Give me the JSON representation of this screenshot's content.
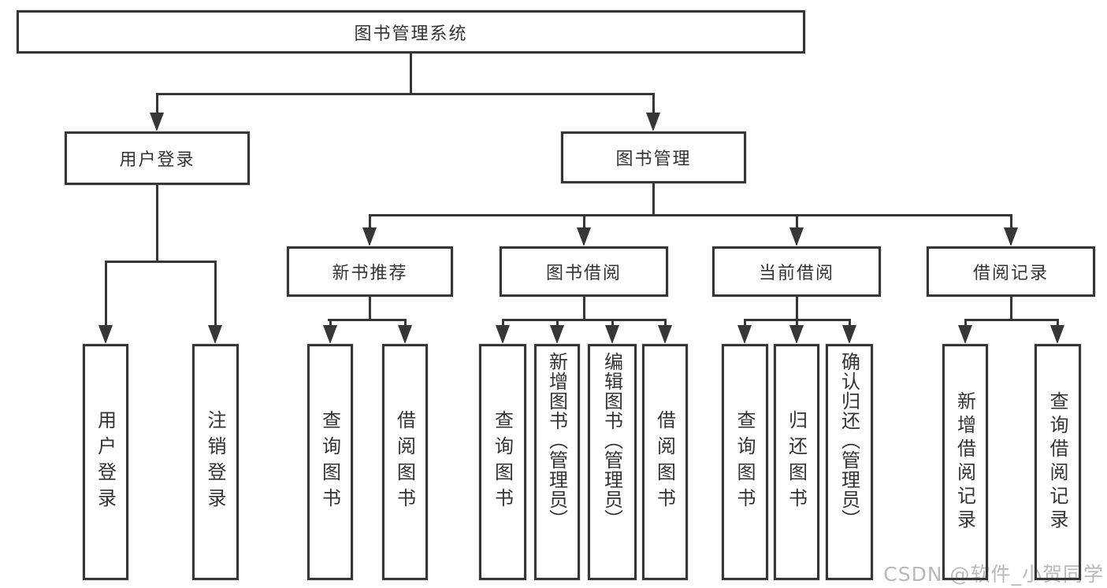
{
  "tree": {
    "label": "图书管理系统",
    "children": [
      {
        "label": "用户登录",
        "children": [
          {
            "label": "用户登录"
          },
          {
            "label": "注销登录"
          }
        ]
      },
      {
        "label": "图书管理",
        "children": [
          {
            "label": "新书推荐",
            "children": [
              {
                "label": "查询图书"
              },
              {
                "label": "借阅图书"
              }
            ]
          },
          {
            "label": "图书借阅",
            "children": [
              {
                "label": "查询图书"
              },
              {
                "label": "新增图书（管理员）"
              },
              {
                "label": "编辑图书（管理员）"
              },
              {
                "label": "借阅图书"
              }
            ]
          },
          {
            "label": "当前借阅",
            "children": [
              {
                "label": "查询图书"
              },
              {
                "label": "归还图书"
              },
              {
                "label": "确认归还（管理员）"
              }
            ]
          },
          {
            "label": "借阅记录",
            "children": [
              {
                "label": "新增借阅记录"
              },
              {
                "label": "查询借阅记录"
              }
            ]
          }
        ]
      }
    ]
  },
  "watermark": {
    "text": "CSDN @软件_小贺同学"
  },
  "colors": {
    "line": "#363636",
    "text": "#333333",
    "background": "#ffffff",
    "watermark": "#b9b9b9"
  }
}
